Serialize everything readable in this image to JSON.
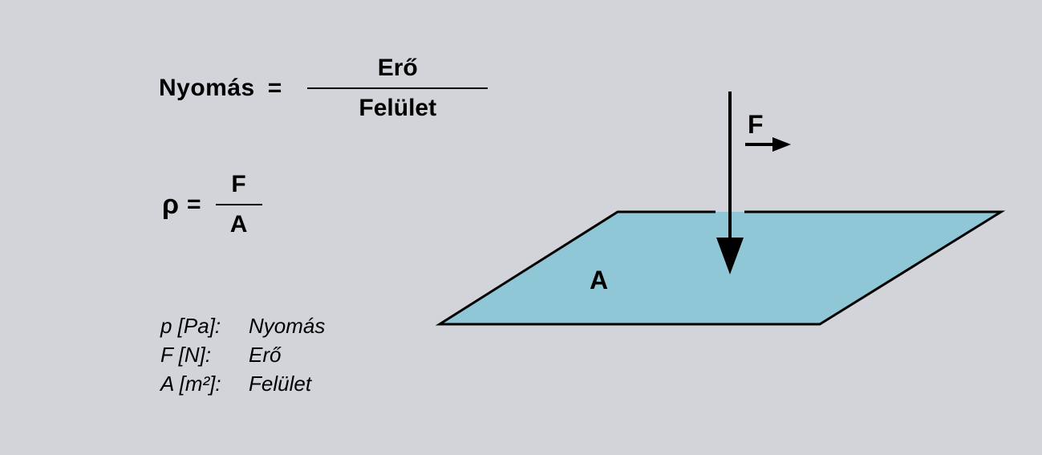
{
  "background_color": "#d2d4d9",
  "formula_pressure_words": {
    "lhs": "Nyomás",
    "equals": "=",
    "numerator": "Erő",
    "denominator": "Felület"
  },
  "formula_pressure_symbols": {
    "lhs": "ρ",
    "equals": "=",
    "numerator": "F",
    "denominator": "A"
  },
  "legend": {
    "rows": [
      {
        "symbol": "p [Pa]:",
        "label": "Nyomás"
      },
      {
        "symbol": "F [N]:",
        "label": "Erő"
      },
      {
        "symbol": "A [m²]:",
        "label": "Felület"
      }
    ]
  },
  "diagram": {
    "force_label": "F",
    "area_label": "A",
    "surface_fill": "#8fc7d7",
    "stroke_color": "#000000"
  }
}
